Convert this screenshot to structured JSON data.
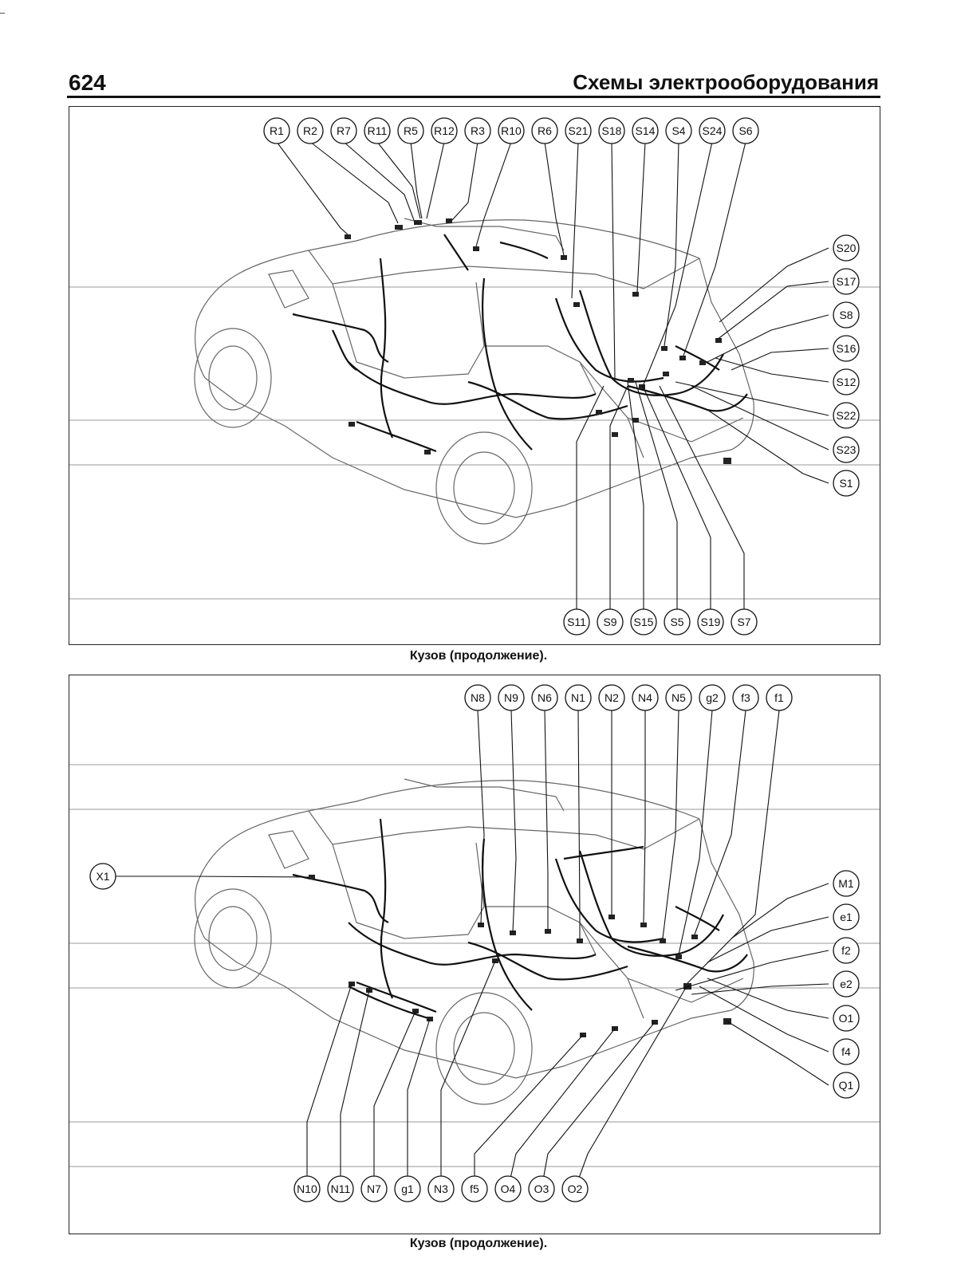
{
  "header": {
    "page_number": "624",
    "title": "Схемы электрооборудования"
  },
  "panels": [
    {
      "caption": "Кузов (продолжение).",
      "top_labels": [
        "R1",
        "R2",
        "R7",
        "R11",
        "R5",
        "R12",
        "R3",
        "R10",
        "R6",
        "S21",
        "S18",
        "S14",
        "S4",
        "S24",
        "S6"
      ],
      "right_labels": [
        "S20",
        "S17",
        "S8",
        "S16",
        "S12",
        "S22",
        "S23",
        "S1"
      ],
      "bottom_labels": [
        "S11",
        "S9",
        "S15",
        "S5",
        "S19",
        "S7"
      ],
      "left_labels": []
    },
    {
      "caption": "Кузов (продолжение).",
      "top_labels": [
        "N8",
        "N9",
        "N6",
        "N1",
        "N2",
        "N4",
        "N5",
        "g2",
        "f3",
        "f1"
      ],
      "right_labels": [
        "M1",
        "e1",
        "f2",
        "e2",
        "O1",
        "f4",
        "Q1"
      ],
      "bottom_labels": [
        "N10",
        "N11",
        "N7",
        "g1",
        "N3",
        "f5",
        "O4",
        "O3",
        "O2"
      ],
      "left_labels": [
        "X1"
      ]
    }
  ]
}
